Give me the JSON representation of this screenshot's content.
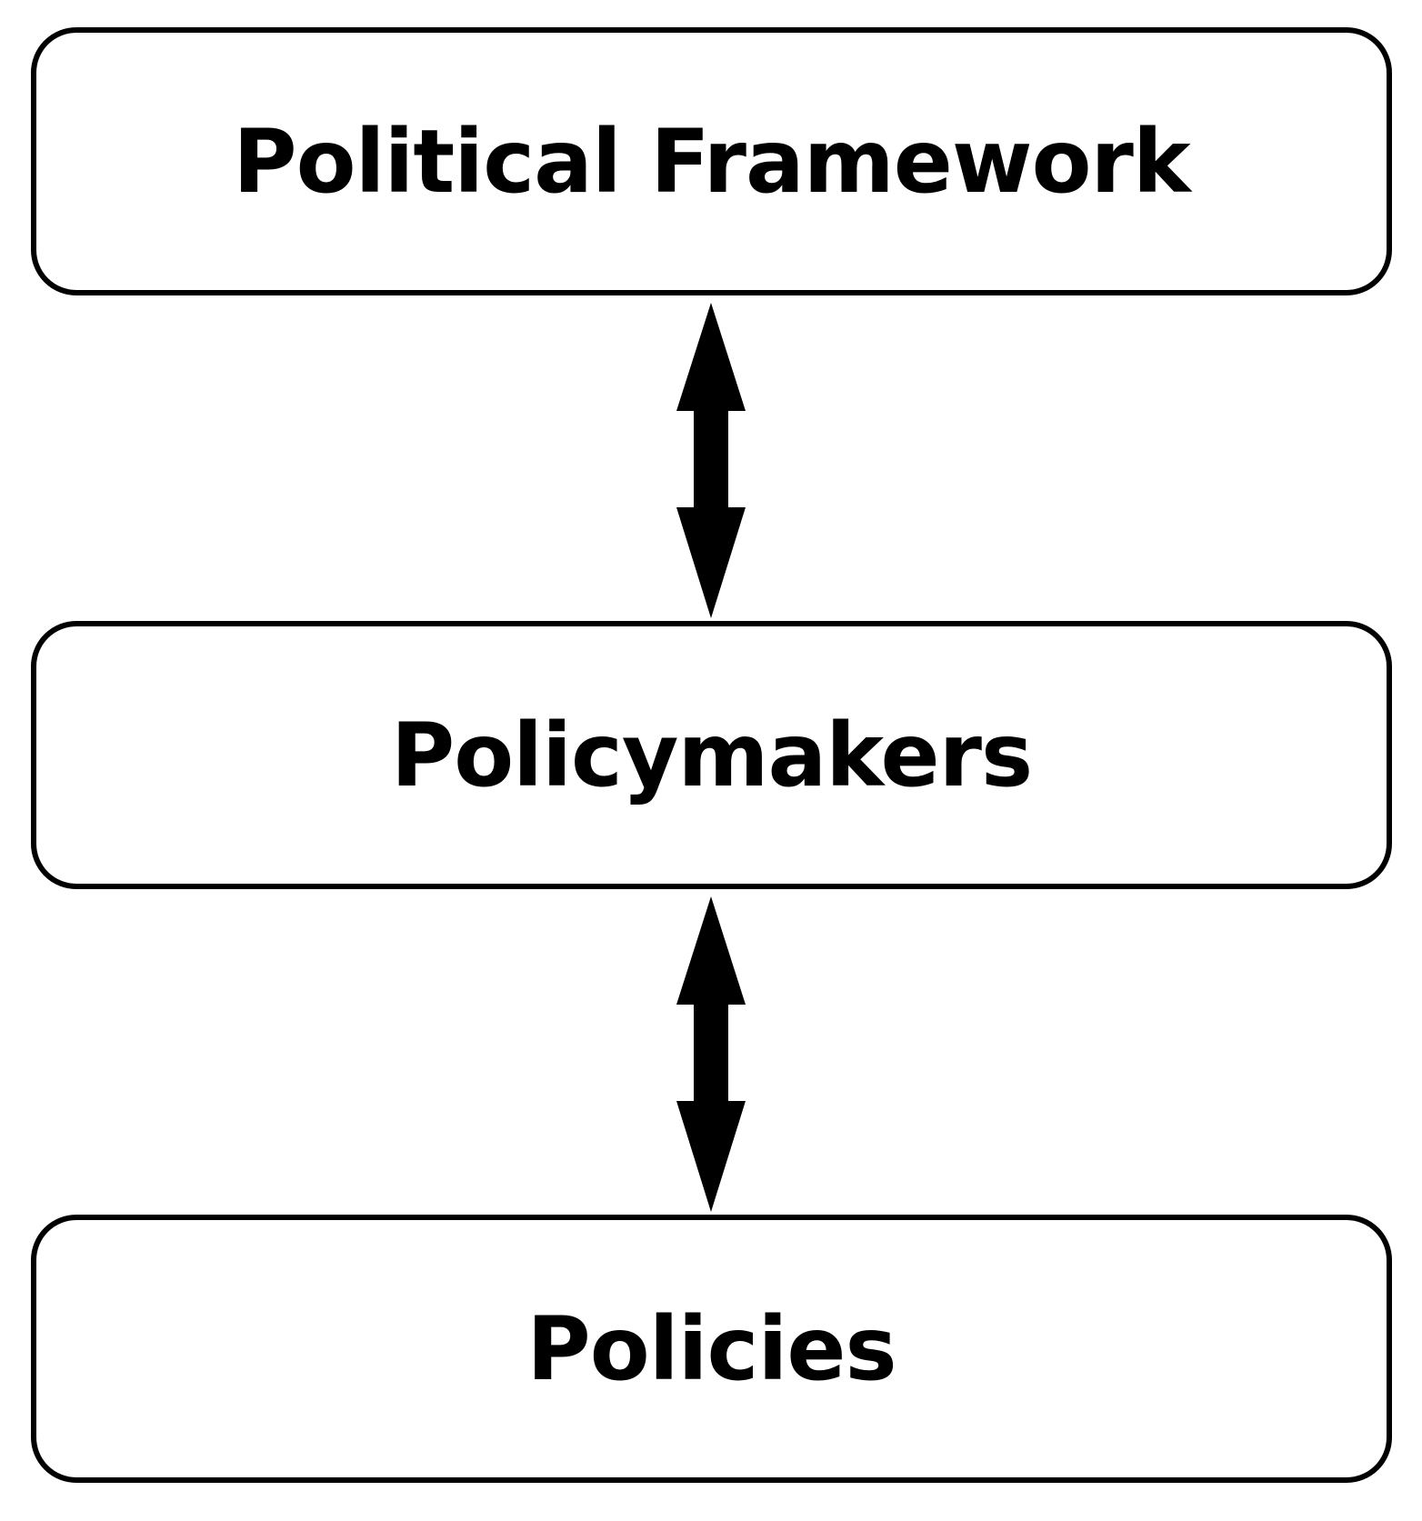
{
  "diagram": {
    "nodes": [
      {
        "id": "political-framework",
        "label": "Political Framework"
      },
      {
        "id": "policymakers",
        "label": "Policymakers"
      },
      {
        "id": "policies",
        "label": "Policies"
      }
    ],
    "edges": [
      {
        "from": "political-framework",
        "to": "policymakers",
        "direction": "bidirectional"
      },
      {
        "from": "policymakers",
        "to": "policies",
        "direction": "bidirectional"
      }
    ]
  }
}
